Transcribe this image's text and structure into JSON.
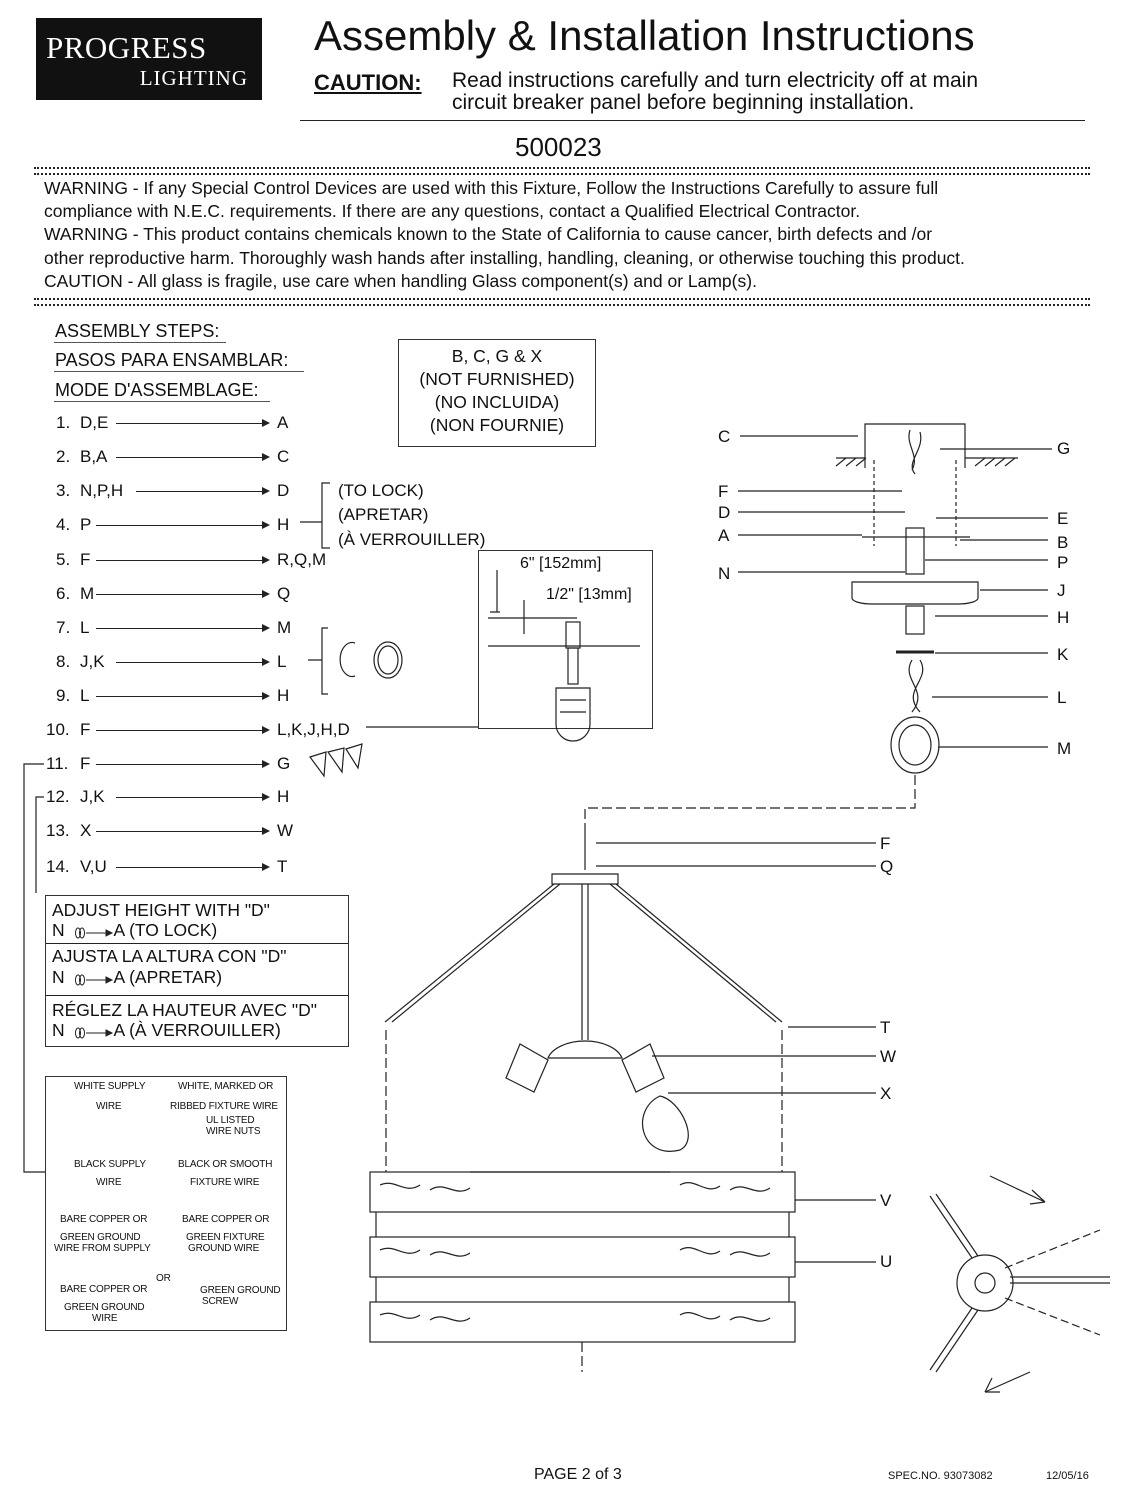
{
  "brand": {
    "line1": "PROGRESS",
    "line2": "LIGHTING"
  },
  "header": {
    "title": "Assembly & Installation Instructions",
    "caution_label": "CAUTION:",
    "caution_line1": "Read instructions carefully and turn electricity off at main",
    "caution_line2": "circuit breaker panel before beginning installation.",
    "model": "500023"
  },
  "warnings": {
    "line1": "WARNING - If any Special Control Devices are used with this Fixture, Follow the Instructions Carefully to assure full",
    "line2": "compliance with N.E.C. requirements. If there are any questions, contact a Qualified Electrical Contractor.",
    "line3": "WARNING -  This product contains chemicals known to the State of California to cause cancer, birth defects and /or",
    "line4": "other reproductive harm.  Thoroughly wash hands after installing, handling, cleaning, or otherwise touching this product.",
    "line5": "CAUTION - All glass is fragile, use care when handling Glass component(s) and or Lamp(s)."
  },
  "assembly": {
    "heading_en": "ASSEMBLY STEPS:",
    "heading_es": "PASOS PARA ENSAMBLAR:",
    "heading_fr": "MODE D'ASSEMBLAGE:",
    "steps": [
      {
        "num": "1.",
        "from": "D,E",
        "to": "A"
      },
      {
        "num": "2.",
        "from": "B,A",
        "to": "C"
      },
      {
        "num": "3.",
        "from": "N,P,H",
        "to": "D"
      },
      {
        "num": "4.",
        "from": "P",
        "to": "H"
      },
      {
        "num": "5.",
        "from": "F",
        "to": "R,Q,M"
      },
      {
        "num": "6.",
        "from": "M",
        "to": "Q"
      },
      {
        "num": "7.",
        "from": "L",
        "to": "M"
      },
      {
        "num": "8.",
        "from": "J,K",
        "to": "L"
      },
      {
        "num": "9.",
        "from": "L",
        "to": "H"
      },
      {
        "num": "10.",
        "from": "F",
        "to": "L,K,J,H,D"
      },
      {
        "num": "11.",
        "from": "F",
        "to": "G"
      },
      {
        "num": "12.",
        "from": "J,K",
        "to": "H"
      },
      {
        "num": "13.",
        "from": "X",
        "to": "W"
      },
      {
        "num": "14.",
        "from": "V,U",
        "to": "T"
      }
    ],
    "lock_en": "(TO LOCK)",
    "lock_es": "(APRETAR)",
    "lock_fr": "(À VERROUILLER)"
  },
  "not_furnished": {
    "line1": "B, C, G & X",
    "line2": "(NOT FURNISHED)",
    "line3": "(NO INCLUIDA)",
    "line4": "(NON FOURNIE)"
  },
  "dimensions": {
    "d1": "6\" [152mm]",
    "d2": "1/2\" [13mm]"
  },
  "adjust": {
    "en_title": "ADJUST HEIGHT WITH \"D\"",
    "en_body": "A (TO LOCK)",
    "es_title": "AJUSTA LA ALTURA CON \"D\"",
    "es_body": "A (APRETAR)",
    "fr_title": "RÉGLEZ LA HAUTEUR AVEC \"D\"",
    "fr_body": "A (À VERROUILLER)",
    "n": "N"
  },
  "wiring": {
    "white_supply": "WHITE SUPPLY",
    "white_marked": "WHITE, MARKED OR",
    "wire": "WIRE",
    "ribbed": "RIBBED FIXTURE WIRE",
    "ul1": "UL LISTED",
    "ul2": "WIRE NUTS",
    "black_supply": "BLACK SUPPLY",
    "black_smooth": "BLACK OR SMOOTH",
    "fixture_wire": "FIXTURE WIRE",
    "bare1": "BARE COPPER OR",
    "green_supply1": "GREEN GROUND",
    "green_supply2": "WIRE FROM SUPPLY",
    "green_fixture1": "GREEN FIXTURE",
    "green_fixture2": "GROUND WIRE",
    "or": "OR",
    "green_ground": "GREEN GROUND",
    "screw": "SCREW",
    "green_ground_wire": "GREEN GROUND"
  },
  "callouts": {
    "top_left": [
      "C",
      "F",
      "D",
      "A",
      "N"
    ],
    "top_right": [
      "G",
      "E",
      "B",
      "P",
      "J",
      "H",
      "K",
      "L",
      "M"
    ],
    "bottom": [
      "F",
      "Q",
      "T",
      "W",
      "X",
      "V",
      "U"
    ]
  },
  "footer": {
    "page": "PAGE 2 of 3",
    "spec": "SPEC.NO.  93073082",
    "date": "12/05/16"
  }
}
